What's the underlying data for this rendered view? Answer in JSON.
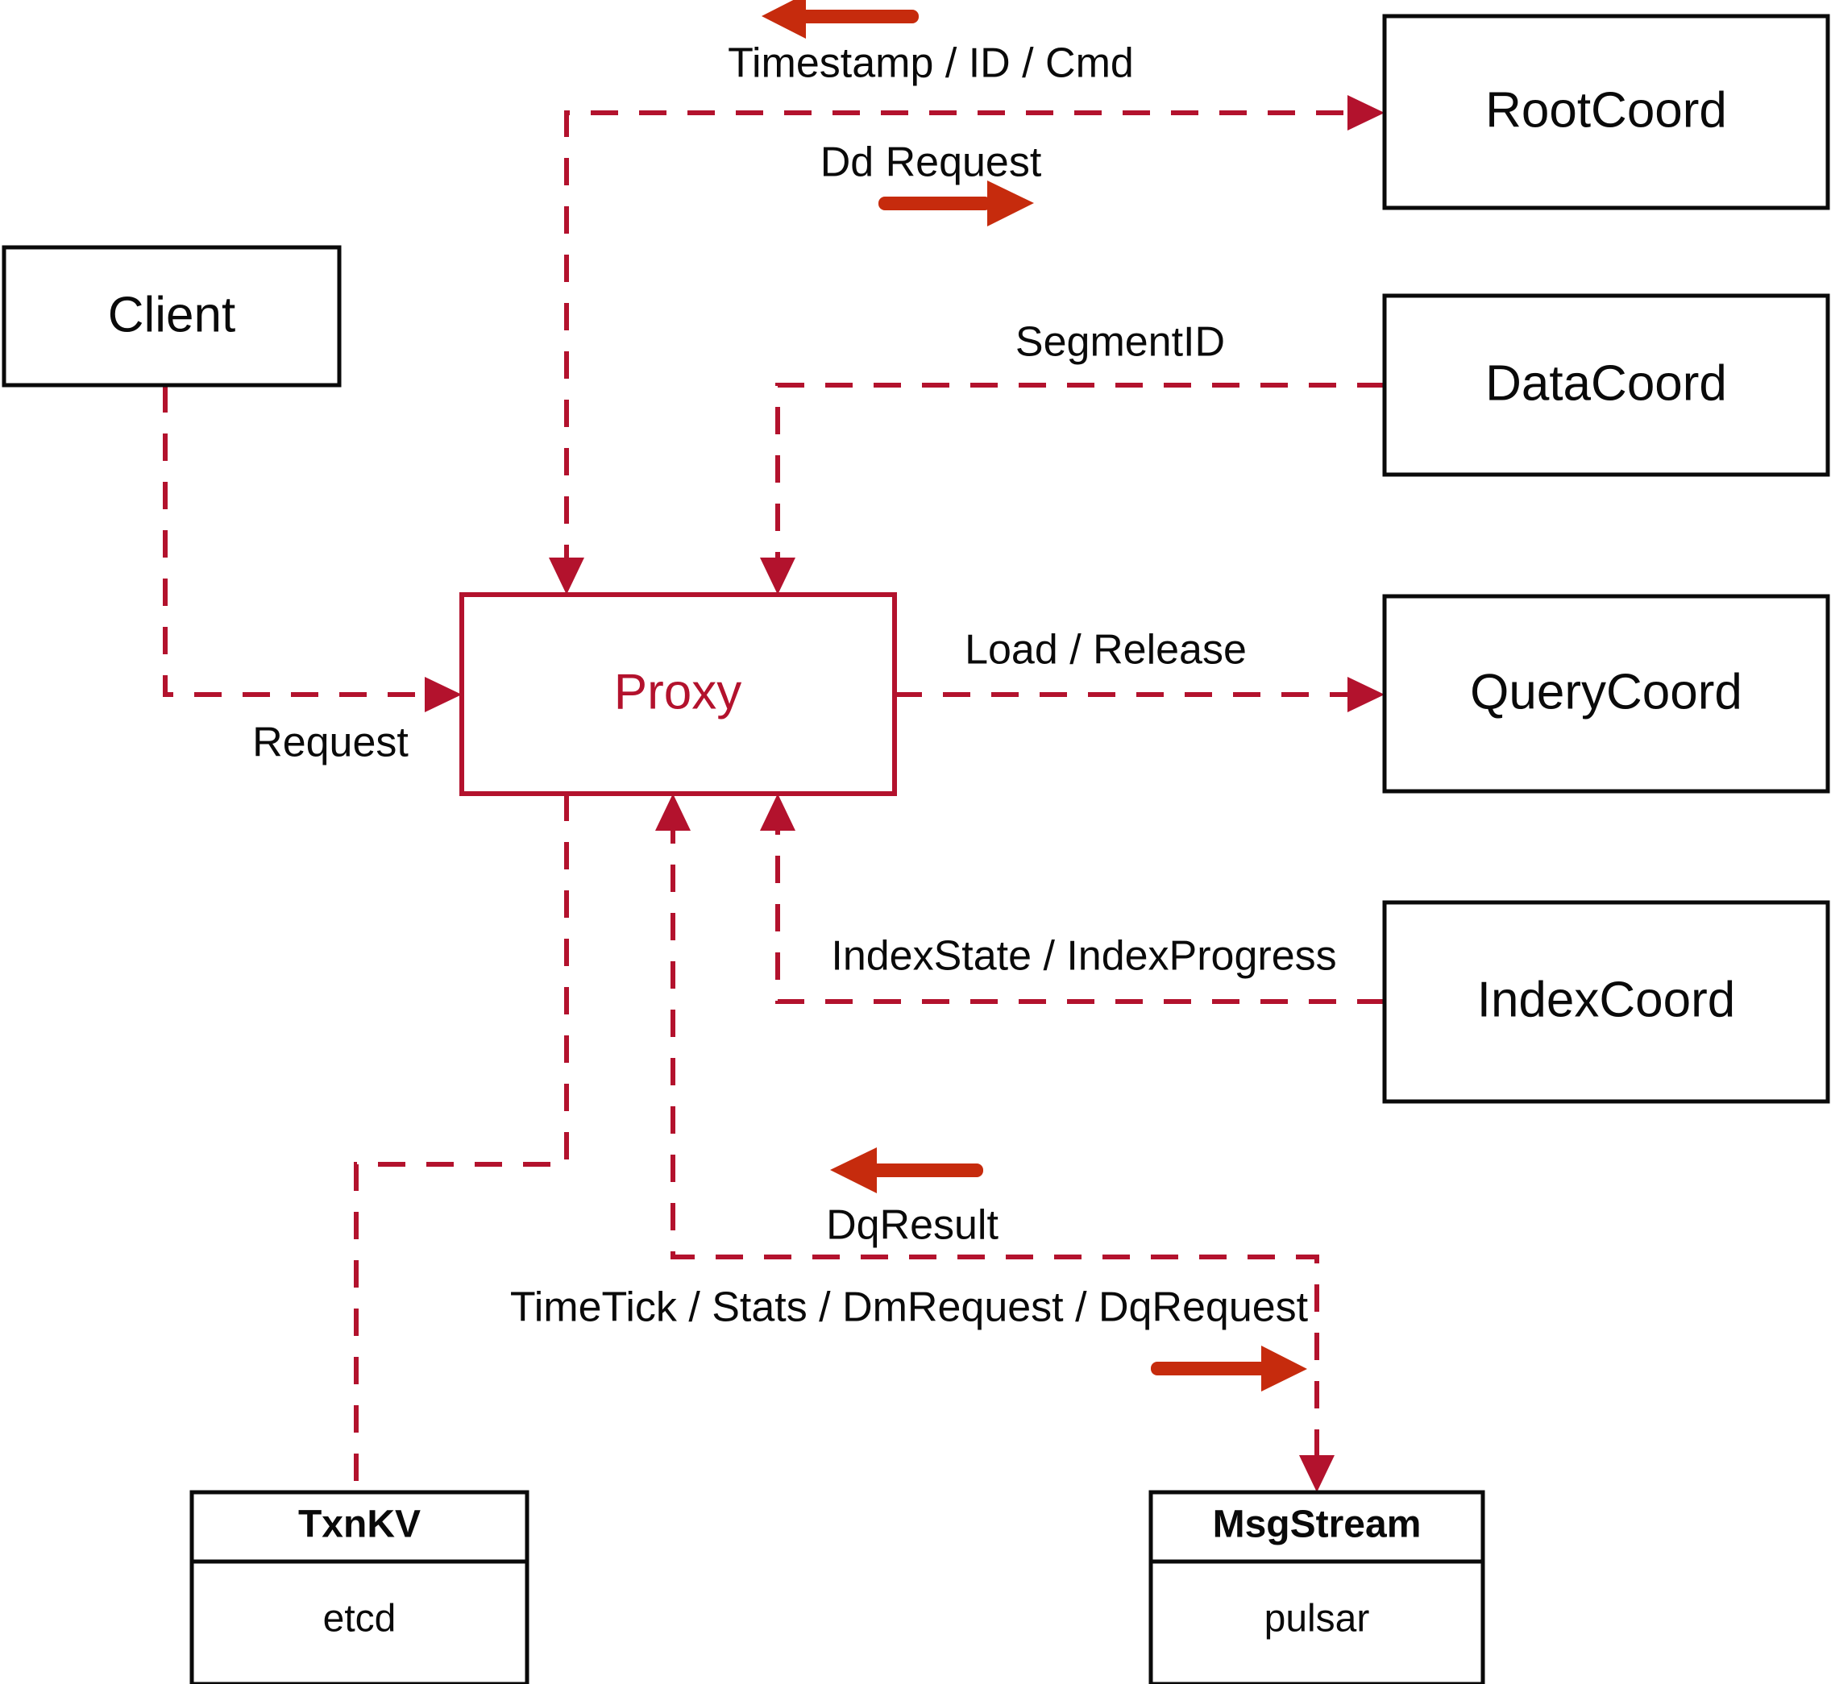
{
  "diagram": {
    "title": "Milvus Proxy component interaction diagram",
    "colors": {
      "node_stroke": "#0a0a0a",
      "proxy_stroke": "#b3122d",
      "dashed_flow": "#b3122d",
      "solid_arrow": "#c62b0d",
      "background": "#ffffff"
    },
    "nodes": [
      {
        "id": "client",
        "label": "Client",
        "style": "plain-black"
      },
      {
        "id": "proxy",
        "label": "Proxy",
        "style": "plain-red"
      },
      {
        "id": "rootcoord",
        "label": "RootCoord",
        "style": "plain-black"
      },
      {
        "id": "datacoord",
        "label": "DataCoord",
        "style": "plain-black"
      },
      {
        "id": "querycoord",
        "label": "QueryCoord",
        "style": "plain-black"
      },
      {
        "id": "indexcoord",
        "label": "IndexCoord",
        "style": "plain-black"
      }
    ],
    "stack_nodes": [
      {
        "id": "txnkv",
        "header": "TxnKV",
        "body": "etcd"
      },
      {
        "id": "msgstream",
        "header": "MsgStream",
        "body": "pulsar"
      }
    ],
    "edge_labels": [
      {
        "id": "timestamp-id-cmd",
        "text": "Timestamp / ID / Cmd"
      },
      {
        "id": "dd-request",
        "text": "Dd Request"
      },
      {
        "id": "segment-id",
        "text": "SegmentID"
      },
      {
        "id": "request",
        "text": "Request"
      },
      {
        "id": "load-release",
        "text": "Load / Release"
      },
      {
        "id": "index-state",
        "text": "IndexState / IndexProgress"
      },
      {
        "id": "dq-result",
        "text": "DqResult"
      },
      {
        "id": "timetick-stats",
        "text": "TimeTick / Stats / DmRequest / DqRequest"
      }
    ],
    "solid_arrows": [
      {
        "id": "timestamp-arrow",
        "direction": "left"
      },
      {
        "id": "dd-request-arrow",
        "direction": "right"
      },
      {
        "id": "dq-result-arrow",
        "direction": "left"
      },
      {
        "id": "timetick-arrow",
        "direction": "right"
      }
    ]
  }
}
